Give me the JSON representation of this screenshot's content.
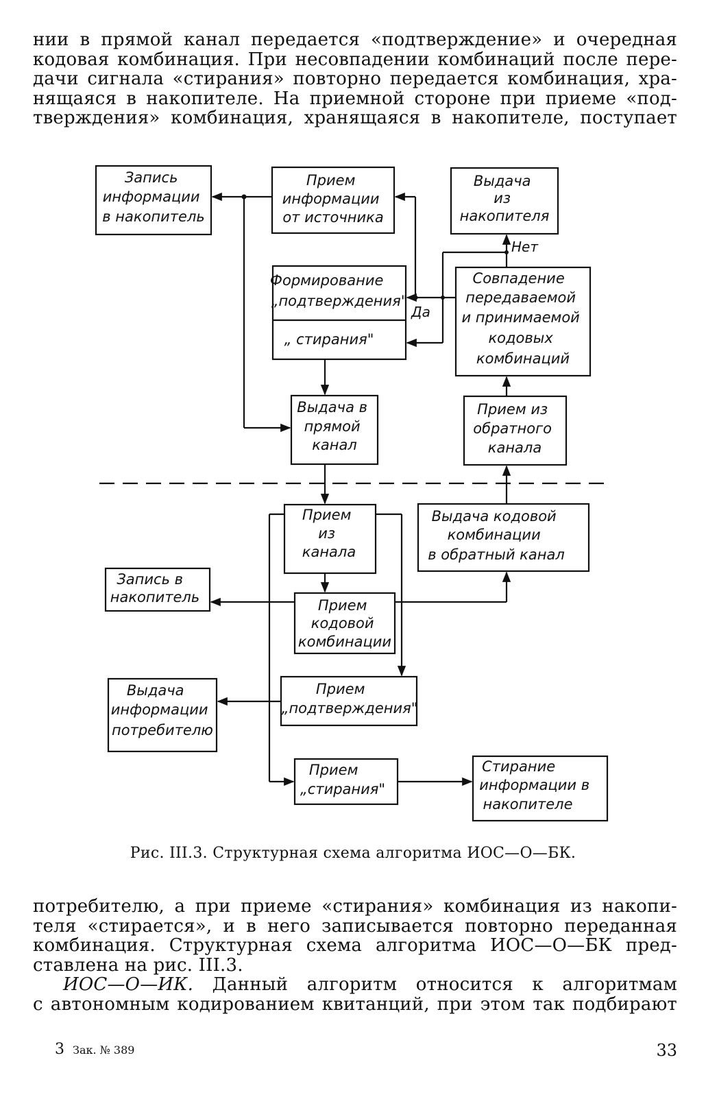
{
  "top_paragraph": {
    "lines": [
      "нии в прямой канал передается «подтверждение» и очередная",
      "кодовая комбинация. При несовпадении комбинаций после пере-",
      "дачи сигнала «стирания» повторно передается комбинация, хра-",
      "нящаяся в накопителе. На приемной стороне при приеме «под-",
      "тверждения» комбинация, хранящаяся в накопителе, поступает"
    ]
  },
  "diagram": {
    "boxes": {
      "write_storage": [
        "Запись",
        "информации",
        "в накопитель"
      ],
      "receive_source": [
        "Прием",
        "информации",
        "от источника"
      ],
      "output_storage": [
        "Выдача",
        "из",
        "накопителя"
      ],
      "form_confirm": [
        "Формирование",
        "„подтверждения\""
      ],
      "form_erase": "„ стирания\"",
      "match": [
        "Совпадение",
        "передаваемой",
        "и принимаемой",
        "кодовых",
        "комбинаций"
      ],
      "output_forward": [
        "Выдача в",
        "прямой",
        "канал"
      ],
      "receive_back": [
        "Прием из",
        "обратного",
        "канала"
      ],
      "receive_channel": [
        "Прием",
        "из",
        "канала"
      ],
      "output_code_back": [
        "Выдача кодовой",
        "комбинации",
        "в обратный канал"
      ],
      "write_storage2": [
        "Запись в",
        "накопитель"
      ],
      "receive_code": [
        "Прием",
        "кодовой",
        "комбинации"
      ],
      "output_consumer": [
        "Выдача",
        "информации",
        "потребителю"
      ],
      "receive_confirm": [
        "Прием",
        "„подтверждения\""
      ],
      "receive_erase": [
        "Прием",
        "„стирания\""
      ],
      "erase_storage": [
        "Стирание",
        "информации в",
        "накопителе"
      ]
    },
    "labels": {
      "no": "Нет",
      "yes": "Да"
    }
  },
  "caption": "Рис. III.3. Структурная схема алгоритма ИОС—О—БК.",
  "bottom_paragraph": {
    "lines": [
      "потребителю, а при приеме «стирания» комбинация из накопи-",
      "теля «стирается», и в него записывается повторно переданная",
      "комбинация. Структурная схема алгоритма ИОС—О—БК пред-",
      "ставлена на рис. III.3."
    ],
    "section_title": "ИОС—О—ИК.",
    "section_lines": [
      " Данный алгоритм относится к алгоритмам",
      "с автономным кодированием квитанций, при этом так подбирают"
    ]
  },
  "footer": {
    "signature": "3",
    "order": "Зак. № 389",
    "page_number": "33"
  }
}
